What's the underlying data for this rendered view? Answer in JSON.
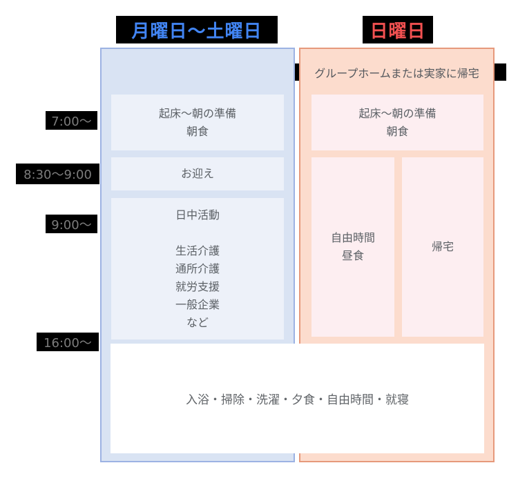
{
  "headers": {
    "weekday": "月曜日〜土曜日",
    "sunday": "日曜日"
  },
  "time_labels": {
    "t1": "7:00〜",
    "t2": "8:30〜9:00",
    "t3": "9:00〜",
    "t4": "16:00〜"
  },
  "weekday": {
    "cells": {
      "morning": "起床〜朝の準備\n朝食",
      "pickup": "お迎え",
      "daytime": "日中活動\n\n生活介護\n通所介護\n就労支援\n一般企業\nなど"
    }
  },
  "sunday": {
    "banner": "グループホームまたは実家に帰宅",
    "cells": {
      "morning": "起床〜朝の準備\n朝食",
      "free_time": "自由時間\n昼食",
      "go_home": "帰宅"
    }
  },
  "evening": {
    "text": "入浴・掃除・洗濯・夕食・自由時間・就寝"
  },
  "colors": {
    "weekday_accent": "#4285f4",
    "sunday_accent": "#f35151",
    "weekday_column_fill": "#d9e3f3",
    "weekday_column_border": "#9cb2e3",
    "weekday_cell_fill": "#edf1f9",
    "sunday_column_fill": "#fcdccd",
    "sunday_column_border": "#e6997b",
    "sunday_cell_fill": "#fdeef1",
    "label_background": "#000000",
    "time_text": "#7c7c7c",
    "cell_text": "#5b6065"
  }
}
